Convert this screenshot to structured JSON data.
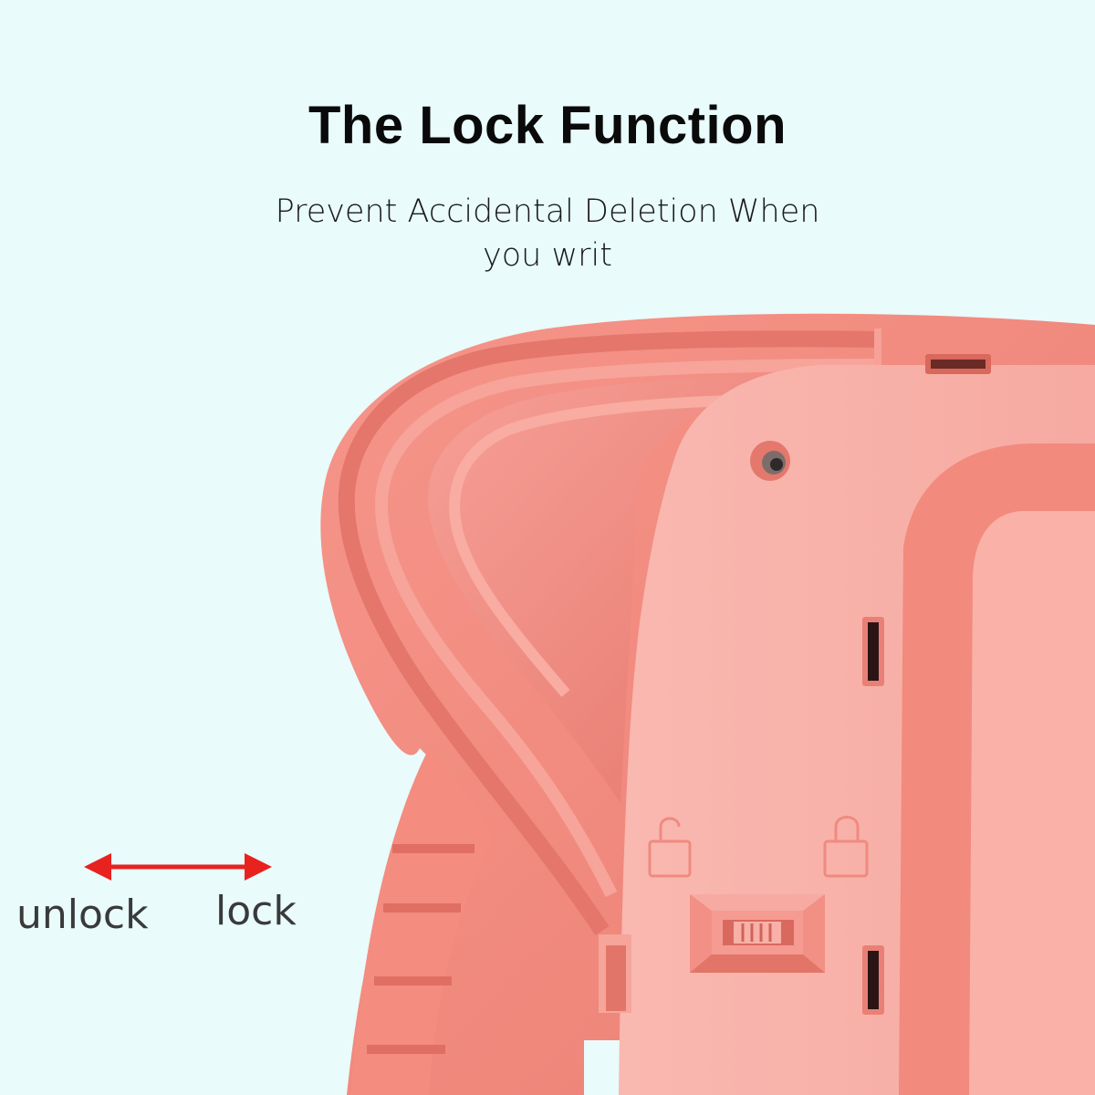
{
  "heading": {
    "title": "The Lock Function",
    "subtitle": "Prevent Accidental Deletion When you writ"
  },
  "indicator": {
    "unlock_label": "unlock",
    "lock_label": "lock"
  },
  "colors": {
    "background": "#e9fbfb",
    "device_shell": "#f08a80",
    "device_panel": "#f8b2aa",
    "arrow": "#e8221f",
    "text_primary": "#0a0a0a"
  },
  "icons": [
    "double-headed-arrow",
    "unlocked-padlock",
    "locked-padlock",
    "lock-slider-switch"
  ]
}
